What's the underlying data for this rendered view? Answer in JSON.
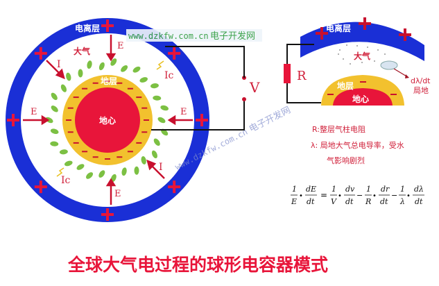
{
  "left": {
    "ionosphere": "电离层",
    "atmosphere": "大气",
    "crust": "地层",
    "core": "地心",
    "field_label": "E",
    "current_label": "I",
    "lightning_current_label": "Ic",
    "voltage_label": "V",
    "plus": "+",
    "minus": "−"
  },
  "right": {
    "ionosphere": "电离层",
    "atmosphere": "大气",
    "crust": "地层",
    "core": "地心",
    "resistor_label": "R",
    "local_rate": "dλ/dt",
    "local_label": "局地"
  },
  "notes": {
    "r_def": "R:整层气柱电阻",
    "lambda_def_1": "λ: 局地大气总电导率，受水",
    "lambda_def_2": "气影响剧烈"
  },
  "equation": {
    "one": "1",
    "E": "E",
    "dE": "dE",
    "dt": "dt",
    "V": "V",
    "dv": "dv",
    "R": "R",
    "dr": "dr",
    "lambda": "λ",
    "dlambda": "dλ",
    "dot": "•",
    "eq": "=",
    "minus": "−"
  },
  "watermark": {
    "url": "www.dzkfw.com.cn",
    "site": "电子开发网"
  },
  "title": "全球大气电过程的球形电容器模式",
  "colors": {
    "blue": "#1a2fd6",
    "red": "#e8153a",
    "yellow": "#f2c12e",
    "text_red": "#d0203a",
    "green": "#7cc043"
  }
}
